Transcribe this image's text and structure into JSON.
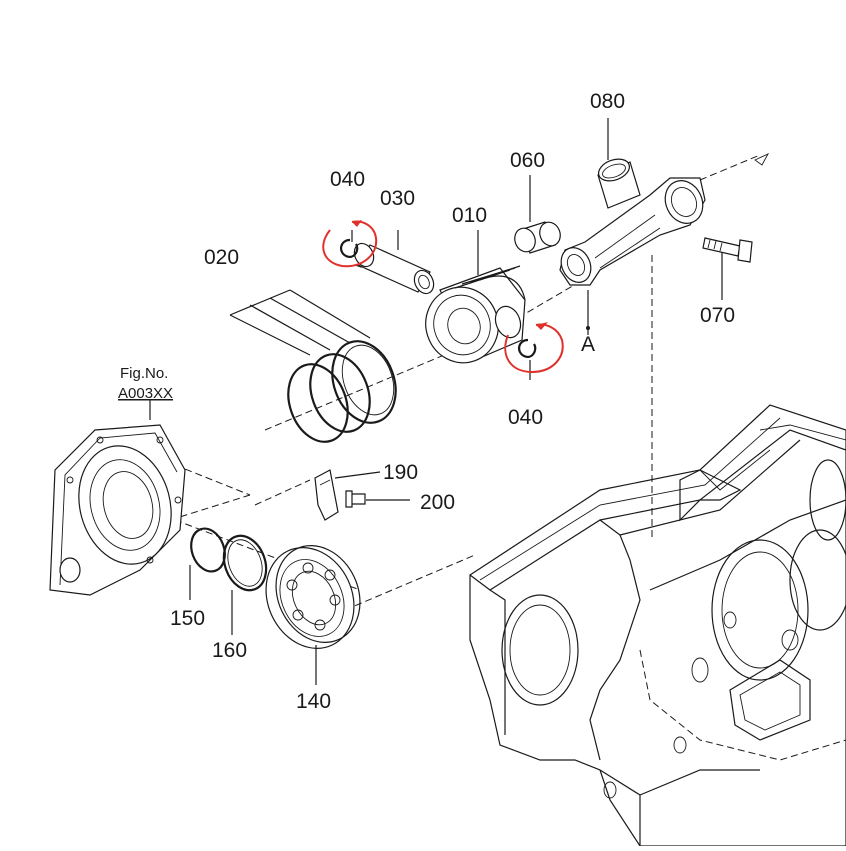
{
  "diagram": {
    "callouts": {
      "c010": "010",
      "c020": "020",
      "c030": "030",
      "c040_top": "040",
      "c040_bottom": "040",
      "c060": "060",
      "c070": "070",
      "c080": "080",
      "c140": "140",
      "c150": "150",
      "c160": "160",
      "c190": "190",
      "c200": "200"
    },
    "reference_mark": "A",
    "figure_reference": {
      "label": "Fig.No.",
      "code": "A003XX"
    },
    "highlight_color": "#e0302a",
    "line_color": "#1a1a1a"
  }
}
